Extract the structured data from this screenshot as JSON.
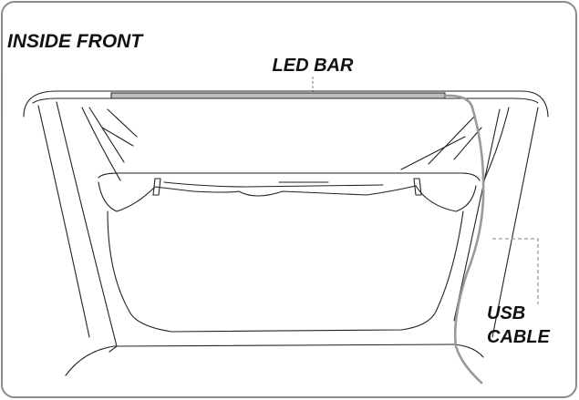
{
  "section_title": "INSIDE FRONT",
  "labels": {
    "led_bar": "LED BAR",
    "usb_cable_line1": "USB",
    "usb_cable_line2": "CABLE"
  },
  "colors": {
    "frame_border": "#8a8a8a",
    "outline": "#222222",
    "led_bar_fill": "#bdbdbd",
    "cable": "#9a9a9a",
    "leader_line": "#9a9a9a",
    "text": "#111111",
    "background": "#ffffff"
  }
}
